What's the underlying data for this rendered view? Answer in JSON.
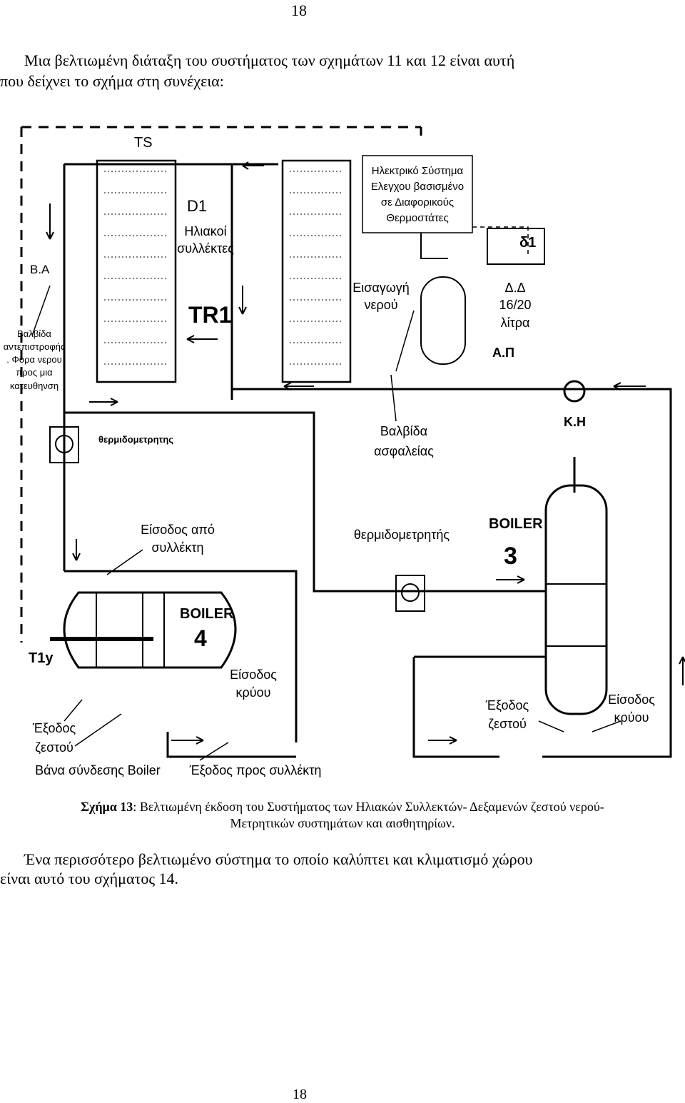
{
  "page": {
    "number_top": "18",
    "number_bottom": "18"
  },
  "intro": {
    "line1": "Μια βελτιωμένη διάταξη του συστήματος των σχημάτων 11 και 12 είναι αυτή",
    "line2": "που δείχνει το σχήμα στη συνέχεια:"
  },
  "figure": {
    "labels": {
      "ts": "TS",
      "d1": "D1",
      "collectors_1": "Ηλιακοί",
      "collectors_2": "συλλέκτες",
      "tr1": "TR1",
      "ba": "Β.Α",
      "check_valve_1": "Βαλβίδα",
      "check_valve_2": "αντεπιστροφής",
      "check_valve_3": ". Φορα νερου",
      "check_valve_4": "προς μια",
      "check_valve_5": "κατευθηνση",
      "control_1": "Ηλεκτρικό Σύστημα",
      "control_2": "Ελεγχου βασισμένο",
      "control_3": "σε Διαφορικούς",
      "control_4": "Θερμοστάτες",
      "delta1": "δ1",
      "water_inlet_1": "Εισαγωγή",
      "water_inlet_2": "νερού",
      "dd_1": "Δ.Δ",
      "dd_2": "16/20",
      "dd_3": "λίτρα",
      "ap": "Α.Π",
      "kh": "Κ.Η",
      "thermometer_small": "θερμιδομετρητης",
      "safety_valve_1": "Βαλβίδα",
      "safety_valve_2": "ασφαλείας",
      "inlet_from_collector_1": "Είσοδος από",
      "inlet_from_collector_2": "συλλέκτη",
      "thermometer": "θερμιδομετρητής",
      "boiler3_1": "BOILER",
      "boiler3_2": "3",
      "boiler4_1": "BOILER",
      "boiler4_2": "4",
      "t1y": "T1y",
      "cold_inlet_left_1": "Είσοδος",
      "cold_inlet_left_2": "κρύου",
      "hot_outlet_left_1": "Έξοδος",
      "hot_outlet_left_2": "ζεστού",
      "hot_outlet_right_1": "Έξοδος",
      "hot_outlet_right_2": "ζεστού",
      "cold_inlet_right_1": "Είσοδος",
      "cold_inlet_right_2": "κρύου",
      "boiler_connection": "Βάνα σύνδεσης Boiler",
      "outlet_to_collector": "Έξοδος προς συλλέκτη"
    }
  },
  "caption": {
    "label": "Σχήμα 13",
    "text1": ": Βελτιωμένη έκδοση του Συστήματος των Ηλιακών Συλλεκτών- Δεξαμενών ζεστού νερού-",
    "line2": "Μετρητικών συστημάτων και αισθητηρίων."
  },
  "closing": {
    "line1": "Ένα περισσότερο βελτιωμένο σύστημα το οποίο καλύπτει και κλιματισμό χώρου",
    "line2": "είναι αυτό του σχήματος 14."
  }
}
